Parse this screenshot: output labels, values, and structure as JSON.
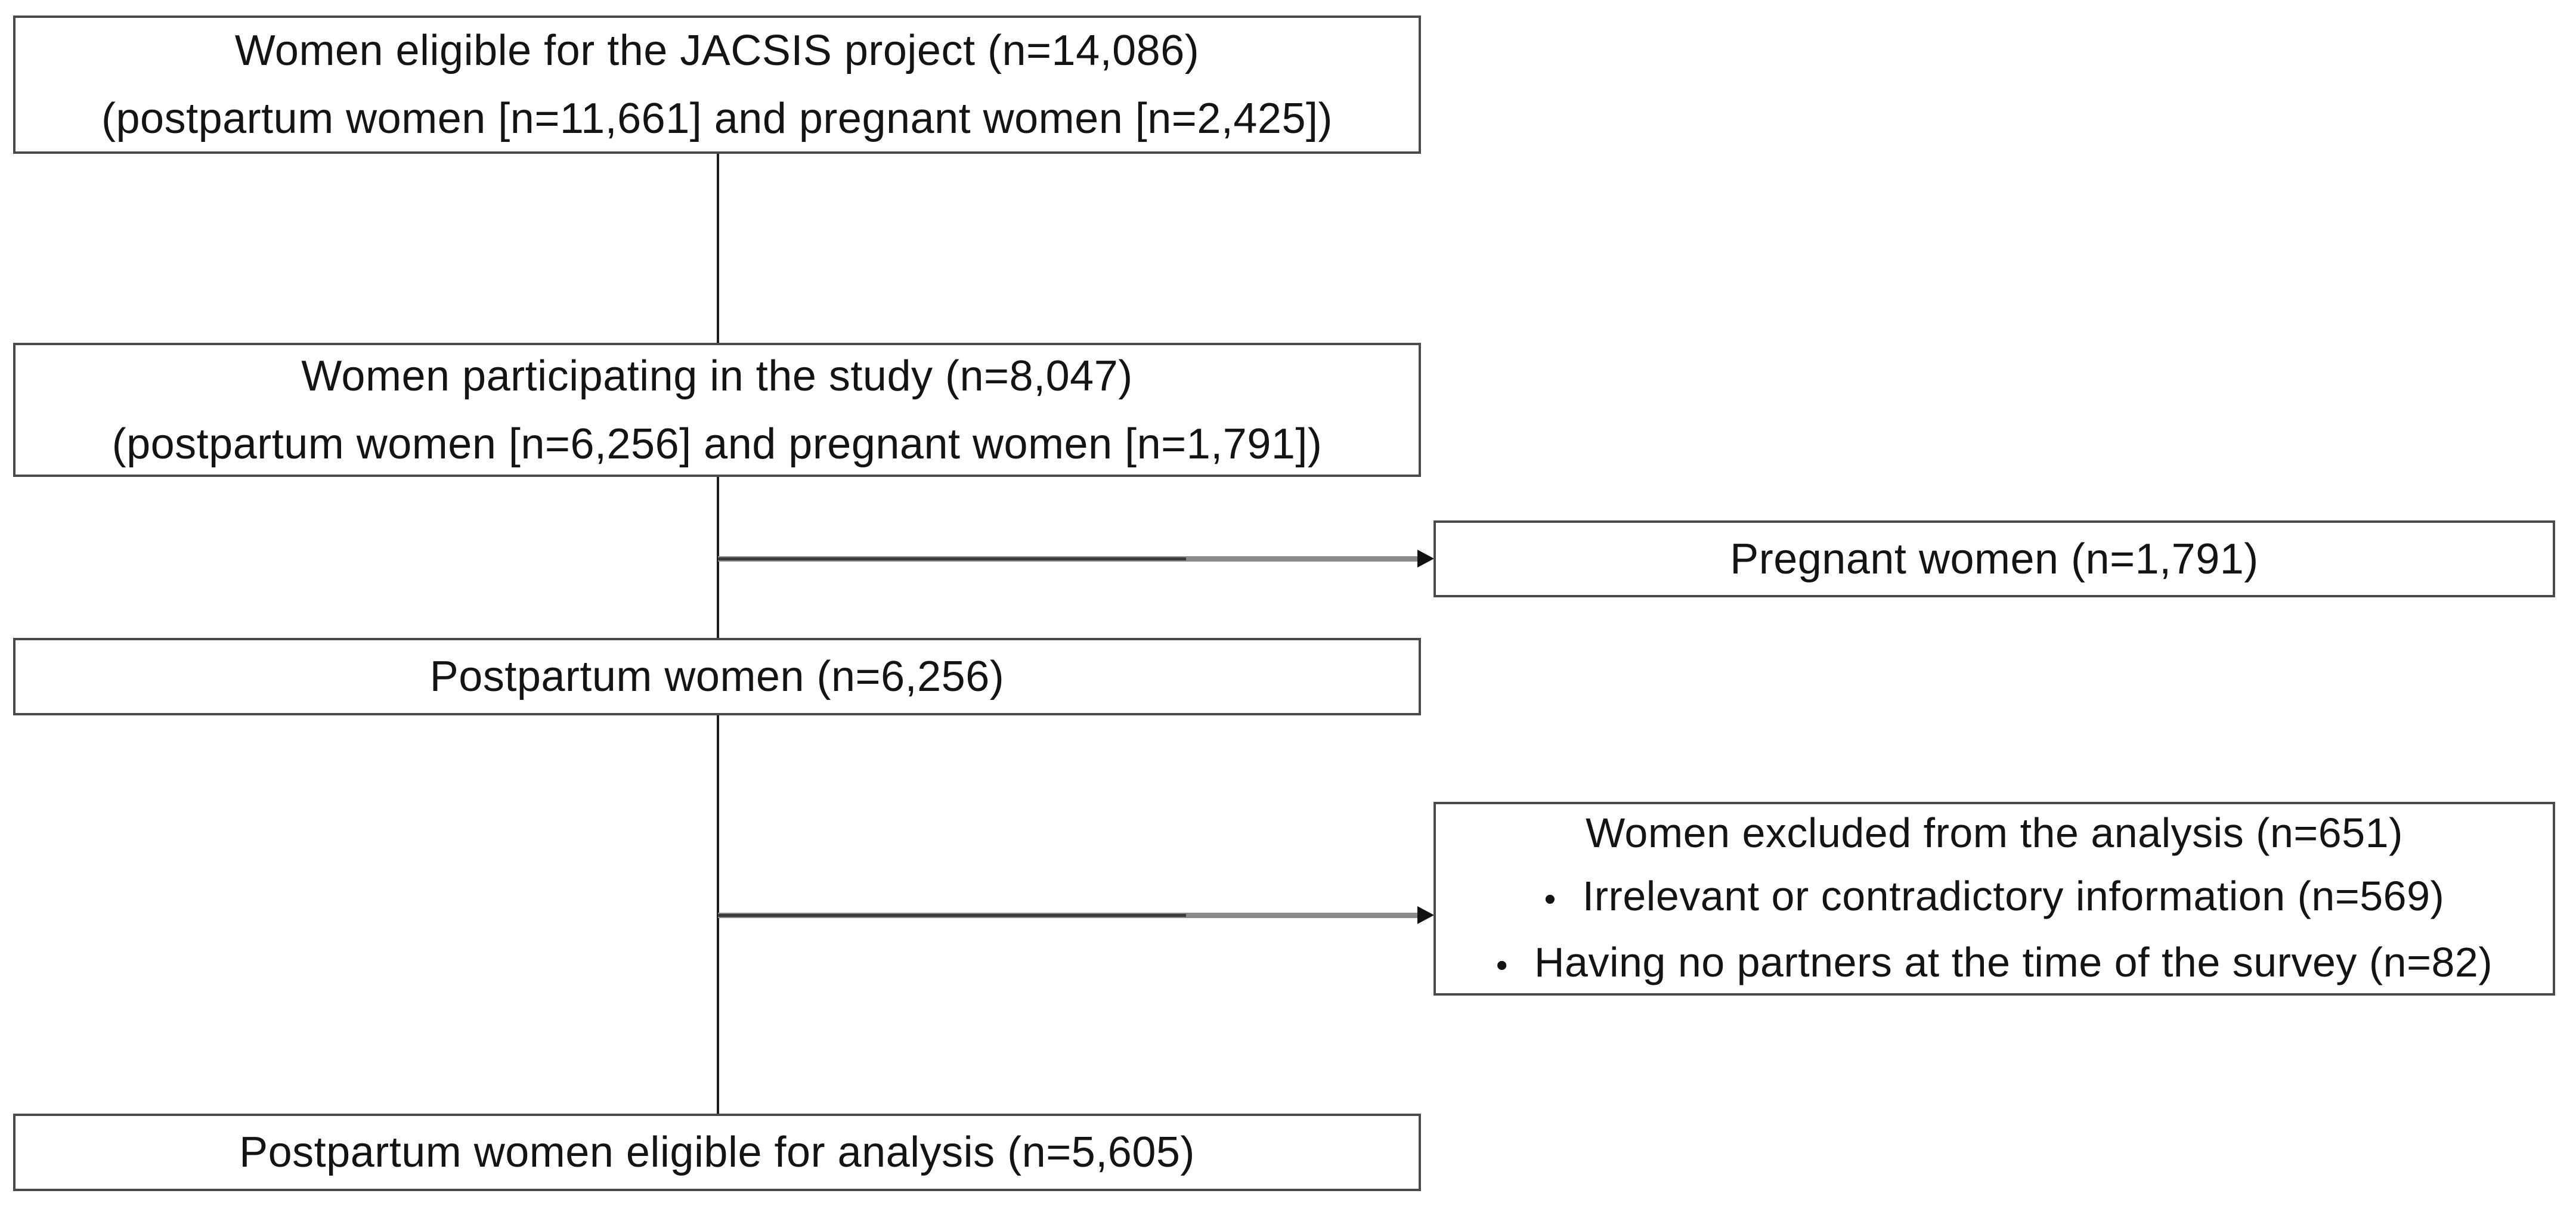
{
  "figure": {
    "type": "study-flow-diagram",
    "bullet_char": "•",
    "colors": {
      "background": "#ffffff",
      "box_border": "#4a4a4a",
      "connector_line": "#1c1c1c",
      "branch_line_gray": "#8a8a8a",
      "branch_line_dark": "#3a3a3a",
      "arrowhead": "#111111",
      "text": "#141414"
    }
  },
  "boxes": {
    "eligible": {
      "line1": "Women eligible for the JACSIS project (n=14,086)",
      "line2": "(postpartum women [n=11,661] and pregnant women [n=2,425])"
    },
    "participating": {
      "line1": "Women participating in the study (n=8,047)",
      "line2": "(postpartum women [n=6,256] and pregnant women [n=1,791])"
    },
    "pregnant": {
      "label": "Pregnant women (n=1,791)"
    },
    "postpartum": {
      "label": "Postpartum women (n=6,256)"
    },
    "excluded": {
      "title": "Women excluded from the analysis (n=651)",
      "bullets": [
        "Irrelevant or contradictory information (n=569)",
        "Having no partners at the time of the survey (n=82)"
      ]
    },
    "final": {
      "label": "Postpartum women eligible for analysis (n=5,605)"
    }
  }
}
